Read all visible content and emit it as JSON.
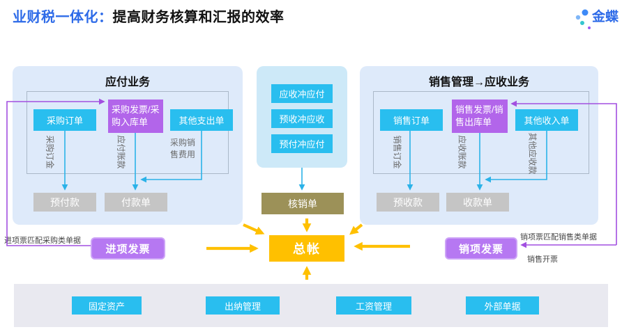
{
  "header": {
    "title_highlight": "业财税一体化：",
    "title_rest": "提高财务核算和汇报的效率",
    "logo_text": "金蝶"
  },
  "payables": {
    "title": "应付业务",
    "docs": [
      "采购订单",
      "采购发票/采购入库单",
      "其他支出单"
    ],
    "flow_labels": [
      "采购订金",
      "应付账款",
      "采购销售费用"
    ],
    "settlement": [
      "预付款",
      "付款单"
    ]
  },
  "clearing": {
    "items": [
      "应收冲应付",
      "预收冲应收",
      "预付冲应付"
    ]
  },
  "write_off_label": "核销单",
  "ledger_label": "总帐",
  "receivables": {
    "title": "销售管理→应收业务",
    "docs": [
      "销售订单",
      "销售发票/销售出库单",
      "其他收入单"
    ],
    "flow_labels": [
      "销售订金",
      "应收账款",
      "其他应收款"
    ],
    "settlement": [
      "预收款",
      "收款单"
    ]
  },
  "input_invoice": {
    "label": "进项发票",
    "annotation": "进项票匹配采购类单据"
  },
  "output_invoice": {
    "label": "销项发票",
    "annotation_match": "销项票匹配销售类单据",
    "annotation_billing": "销售开票"
  },
  "bottom_bar": {
    "items": [
      "固定资产",
      "出纳管理",
      "工资管理",
      "外部单据"
    ]
  },
  "colors": {
    "accent_blue": "#2E6BE8",
    "cyan_box": "#29BEEF",
    "cyan_line": "#2BB2E8",
    "purple_box": "#B265EA",
    "purple_pill": "#B678F2",
    "purple_line": "#A24FE0",
    "gray_box": "#C5C5C5",
    "olive_box": "#9C9158",
    "gold": "#FFC000",
    "panel_blue": "#DEEAFA",
    "panel_blue_mid": "#CDE9F8",
    "bottom_bar": "#E9E9F0"
  }
}
